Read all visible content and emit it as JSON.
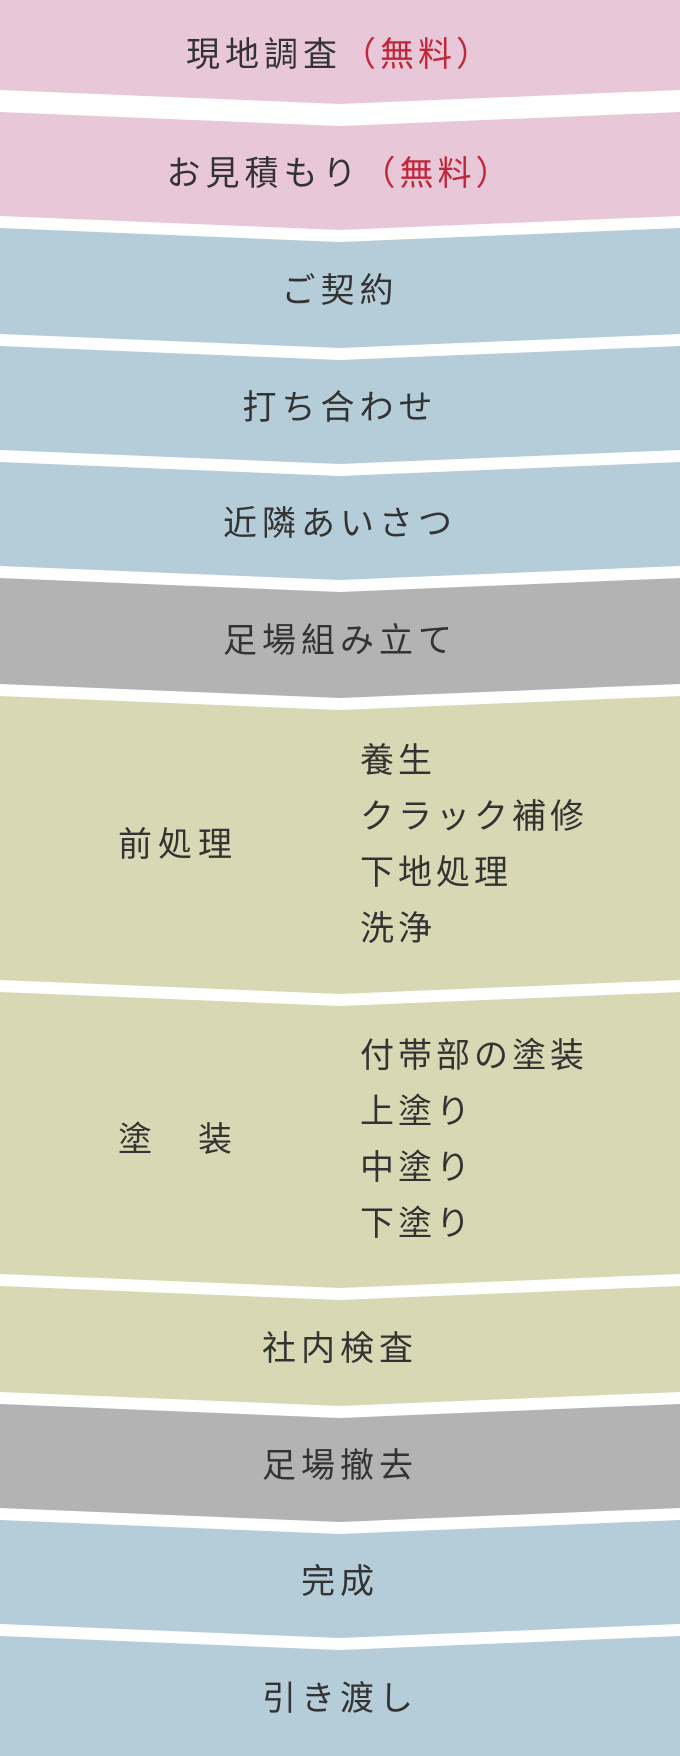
{
  "steps": [
    {
      "label": "現地調査",
      "note": "（無料）"
    },
    {
      "label": "お見積もり",
      "note": "（無料）"
    },
    {
      "label": "ご契約"
    },
    {
      "label": "打ち合わせ"
    },
    {
      "label": "近隣あいさつ"
    },
    {
      "label": "足場組み立て"
    },
    {
      "label": "前処理",
      "items": [
        "養生",
        "クラック補修",
        "下地処理",
        "洗浄"
      ]
    },
    {
      "label": "塗　装",
      "items": [
        "付帯部の塗装",
        "上塗り",
        "中塗り",
        "下塗り"
      ]
    },
    {
      "label": "社内検査"
    },
    {
      "label": "足場撤去"
    },
    {
      "label": "完成"
    },
    {
      "label": "引き渡し"
    }
  ]
}
